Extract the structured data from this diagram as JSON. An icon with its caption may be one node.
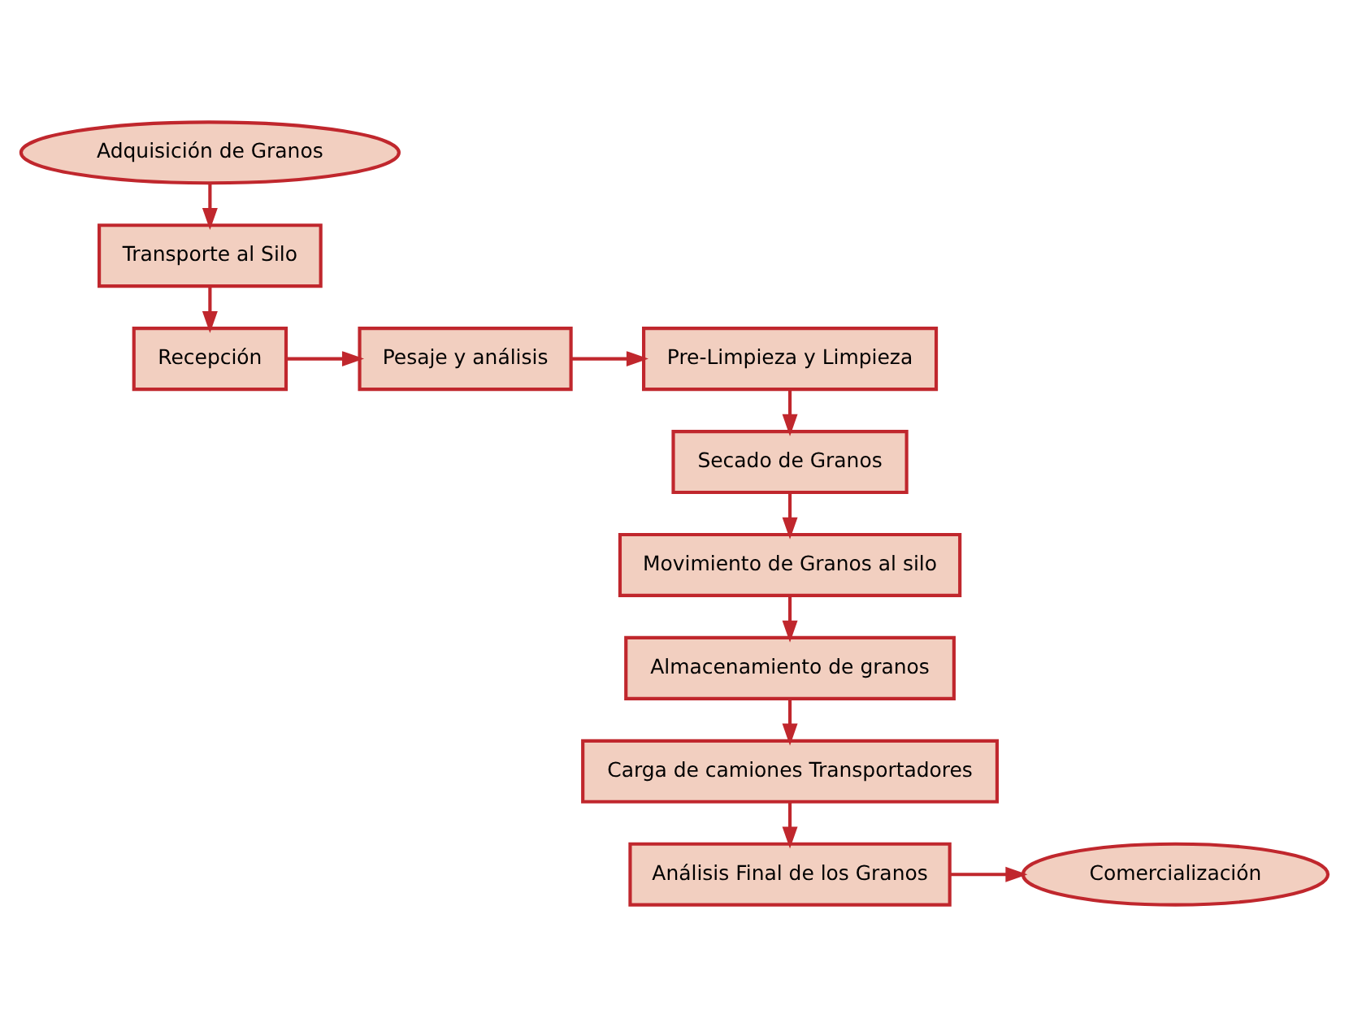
{
  "diagram": {
    "nodes": [
      {
        "text": [
          "Adquisición de Granos"
        ]
      },
      {
        "text": [
          "Transporte al Silo"
        ]
      },
      {
        "text": [
          "Recepción"
        ]
      },
      {
        "text": [
          "Pesaje y análisis"
        ]
      },
      {
        "text": [
          "Pre-Limpieza y Limpieza"
        ]
      },
      {
        "text": [
          "Secado de Granos"
        ]
      },
      {
        "text": [
          "Movimiento de Granos al silo"
        ]
      },
      {
        "text": [
          "Almacenamiento de granos"
        ]
      },
      {
        "text": [
          "Carga de camiones Transportadores"
        ]
      },
      {
        "text": [
          "Análisis Final de los Granos"
        ]
      },
      {
        "text": [
          "Comercialización"
        ]
      }
    ],
    "edges": [
      {
        "from": 0,
        "to": 1,
        "arrow": "to"
      },
      {
        "from": 1,
        "to": 2,
        "arrow": "to"
      },
      {
        "from": 2,
        "to": 3,
        "arrow": "to"
      },
      {
        "from": 3,
        "to": 4,
        "arrow": "to"
      },
      {
        "from": 4,
        "to": 5,
        "arrow": "to"
      },
      {
        "from": 5,
        "to": 6,
        "arrow": "to"
      },
      {
        "from": 6,
        "to": 7,
        "arrow": "to"
      },
      {
        "from": 7,
        "to": 8,
        "arrow": "to"
      },
      {
        "from": 8,
        "to": 9,
        "arrow": "to"
      },
      {
        "from": 9,
        "to": 10,
        "arrow": "to"
      }
    ]
  }
}
